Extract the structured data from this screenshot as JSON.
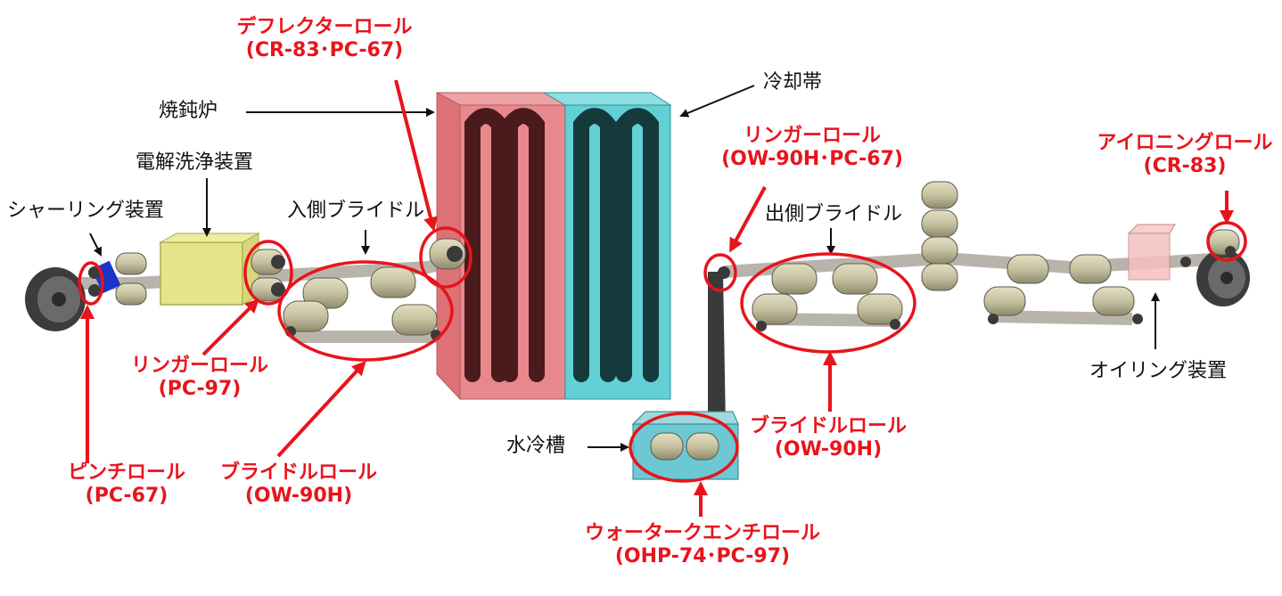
{
  "colors": {
    "accent_red": "#e8141c",
    "annealing_furnace": "#e8888c",
    "cooling_zone": "#63d0d6",
    "cleaning_unit": "#e4e48a",
    "oiling_unit": "#f2b8b8",
    "roll_body": "#c8c4a0",
    "strip": "#b8b3aa"
  },
  "labels": {
    "shearing": "シャーリング装置",
    "electrolytic_cleaning": "電解洗浄装置",
    "entry_bridle": "入側ブライドル",
    "annealing_furnace": "焼鈍炉",
    "cooling_zone": "冷却帯",
    "exit_bridle": "出側ブライドル",
    "water_tank": "水冷槽",
    "oiling": "オイリング装置"
  },
  "callouts": {
    "deflector": {
      "name": "デフレクターロール",
      "spec": "(CR-83･PC-67)"
    },
    "wringer_entry": {
      "name": "リンガーロール",
      "spec": "(PC-97)"
    },
    "pinch": {
      "name": "ピンチロール",
      "spec": "(PC-67)"
    },
    "bridle_entry": {
      "name": "ブライドルロール",
      "spec": "(OW-90H)"
    },
    "wringer_exit": {
      "name": "リンガーロール",
      "spec": "(OW-90H･PC-67)"
    },
    "ironing": {
      "name": "アイロニングロール",
      "spec": "(CR-83)"
    },
    "bridle_exit": {
      "name": "ブライドルロール",
      "spec": "(OW-90H)"
    },
    "quench": {
      "name": "ウォータークエンチロール",
      "spec": "(OHP-74･PC-97)"
    }
  }
}
